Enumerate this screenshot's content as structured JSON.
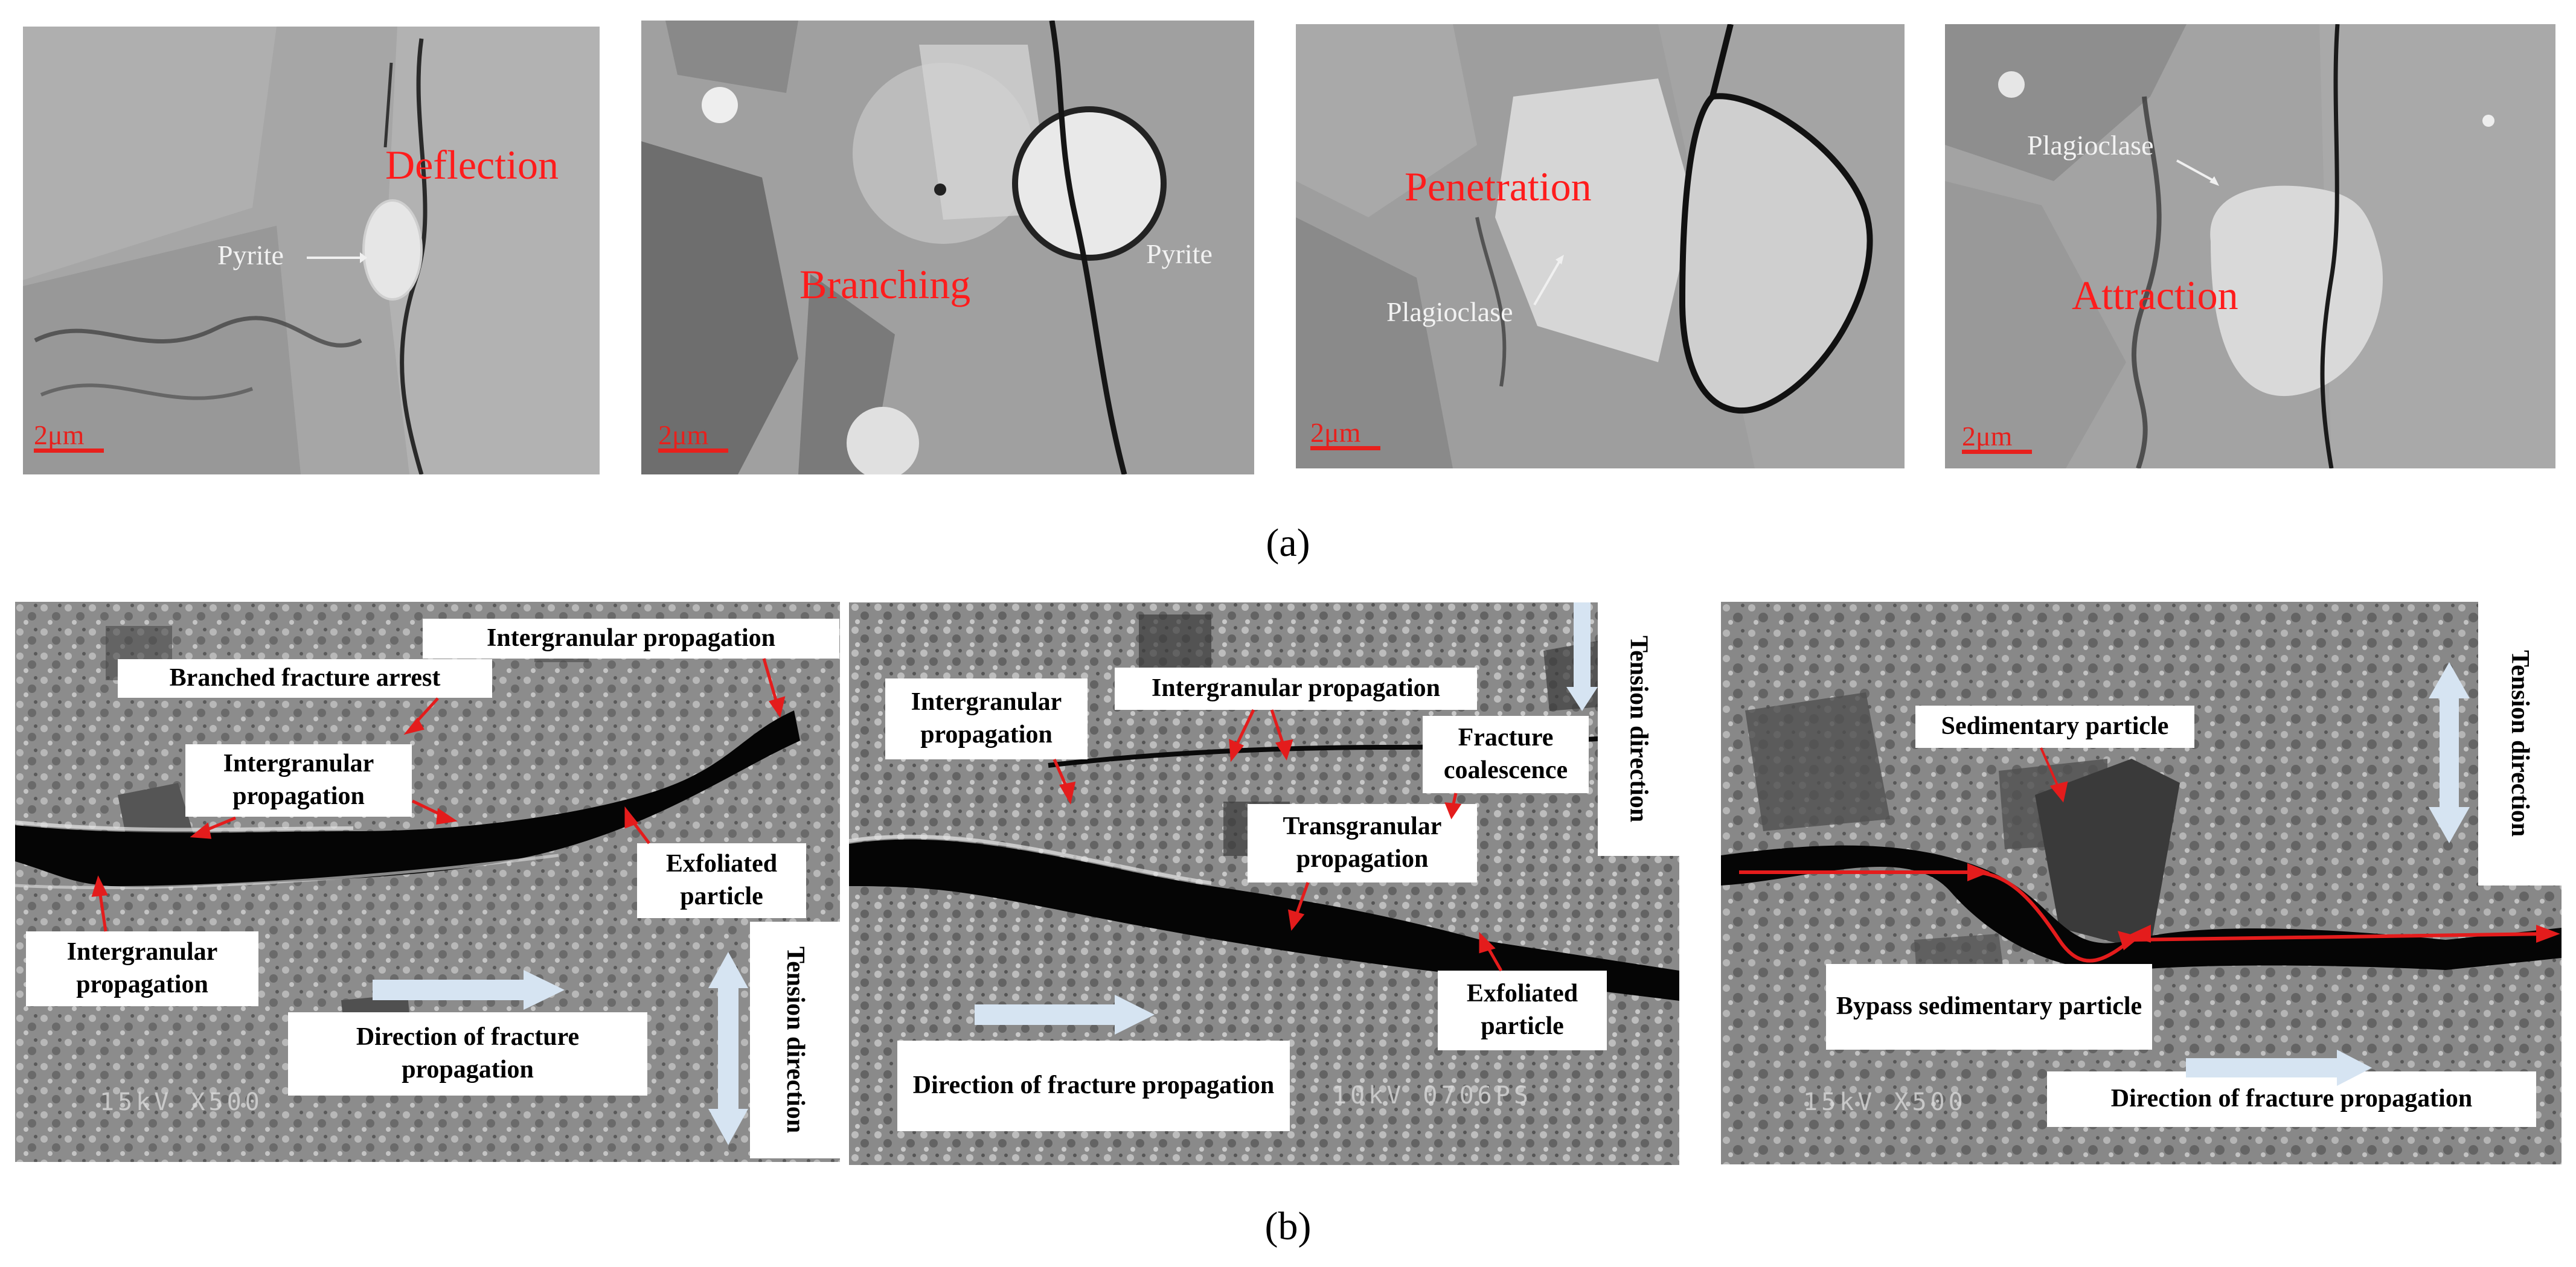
{
  "panel_a": {
    "caption": "(a)",
    "images": [
      {
        "red_label": "Deflection",
        "white_label": "Pyrite",
        "scale": "2μm"
      },
      {
        "red_label": "Branching",
        "white_label": "Pyrite",
        "scale": "2μm"
      },
      {
        "red_label": "Penetration",
        "white_label": "Plagioclase",
        "scale": "2μm"
      },
      {
        "red_label": "Attraction",
        "white_label": "Plagioclase",
        "scale": "2μm"
      }
    ]
  },
  "panel_b": {
    "caption": "(b)",
    "image1": {
      "labels": {
        "intergranular_top": "Intergranular propagation",
        "branched_arrest": "Branched fracture arrest",
        "intergranular_mid": "Intergranular propagation",
        "exfoliated": "Exfoliated particle",
        "intergranular_left": "Intergranular propagation",
        "direction": "Direction of fracture propagation",
        "tension": "Tension direction"
      },
      "sem_text": "15kV X500"
    },
    "image2": {
      "labels": {
        "intergranular_left": "Intergranular propagation",
        "intergranular_top": "Intergranular propagation",
        "fracture_coalescence": "Fracture coalescence",
        "transgranular": "Transgranular propagation",
        "exfoliated": "Exfoliated particle",
        "direction": "Direction of fracture propagation",
        "tension": "Tension direction"
      },
      "sem_text": "10kV 0706PS"
    },
    "image3": {
      "labels": {
        "sedimentary": "Sedimentary particle",
        "bypass": "Bypass sedimentary particle",
        "direction": "Direction of fracture propagation",
        "tension": "Tension direction"
      },
      "sem_text": "15kV X500"
    }
  },
  "colors": {
    "label_red": "#ff1c1c",
    "arrow_blue": "#d6e4f2",
    "scale_red": "#e8201c"
  }
}
